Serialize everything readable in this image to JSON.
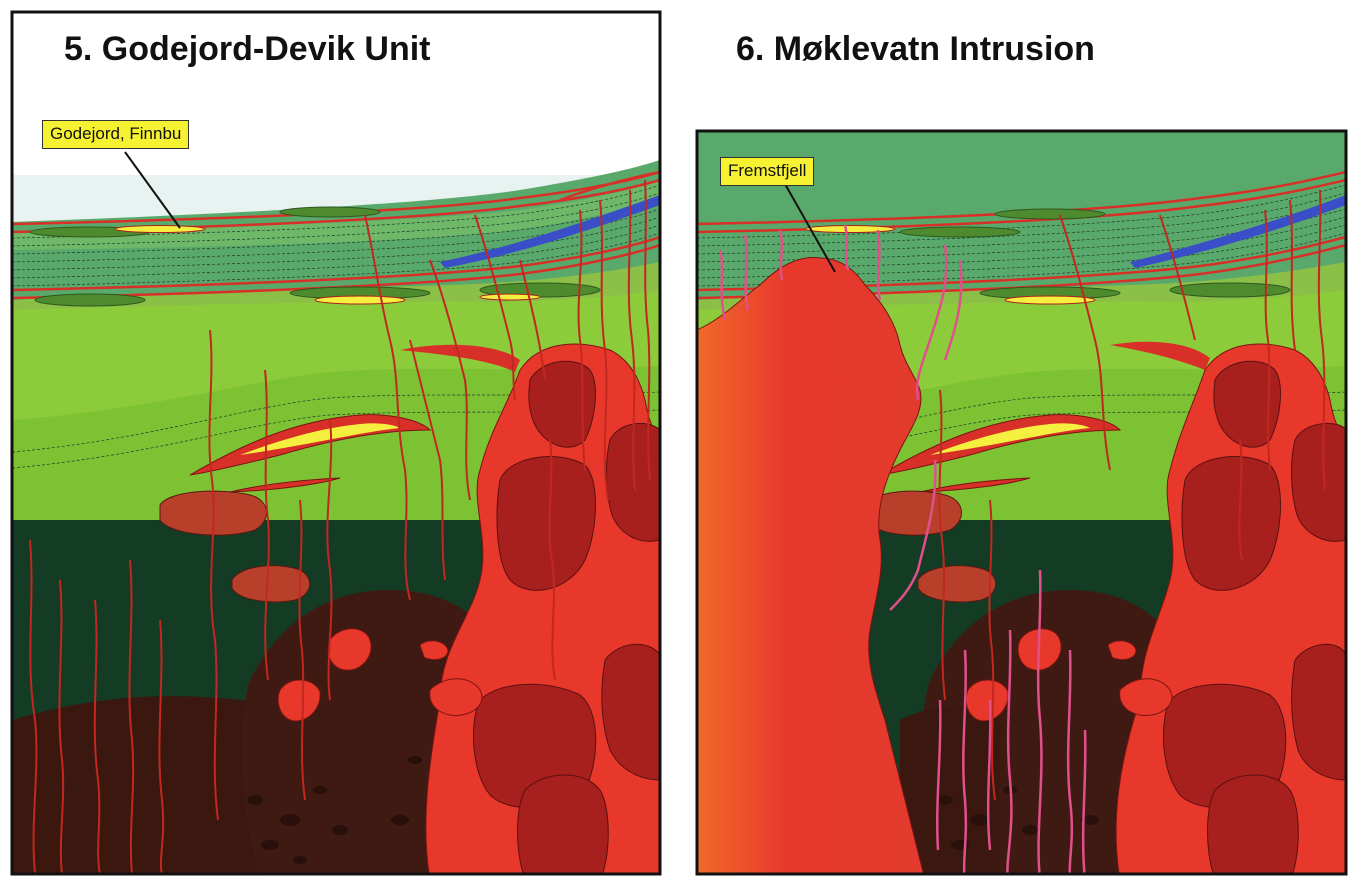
{
  "panels": [
    {
      "title": "5. Godejord-Devik Unit",
      "callout": "Godejord, Finnbu"
    },
    {
      "title": "6. Møklevatn Intrusion",
      "callout": "Fremstfjell"
    }
  ],
  "colors": {
    "sky": "#e8f2f0",
    "green_upper": "#5aa96c",
    "green_band": "#7dbf6a",
    "green_light": "#8ccc3a",
    "green_dark_lens": "#4e8a2e",
    "dark_green_basement": "#143b24",
    "dark_brown_basement": "#3a1810",
    "intrusion_red": "#e8382c",
    "intrusion_dark_red": "#a8201e",
    "ore_yellow": "#f5f040",
    "vein_red": "#c02820",
    "vein_pink": "#e0508a",
    "blue_layer": "#3a4ec8",
    "callout_yellow": "#f6f232"
  }
}
